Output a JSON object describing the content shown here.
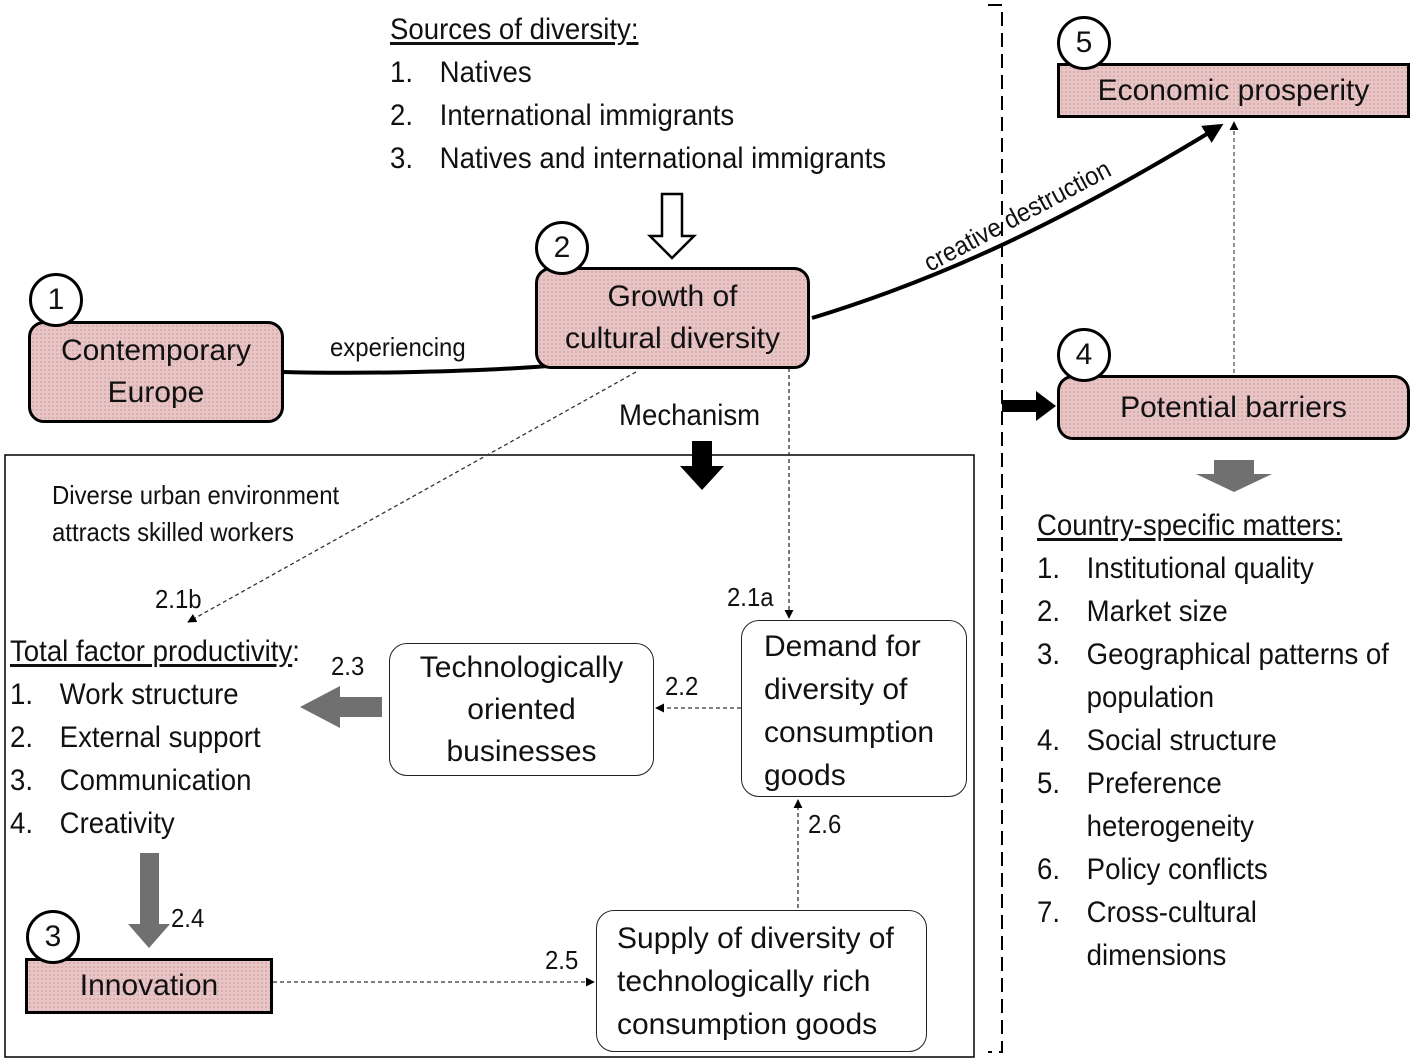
{
  "sources": {
    "heading": "Sources of diversity:",
    "items": [
      {
        "num": "1.",
        "text": "Natives"
      },
      {
        "num": "2.",
        "text": "International immigrants"
      },
      {
        "num": "3.",
        "text": "Natives and international immigrants"
      }
    ]
  },
  "nodes": {
    "n1": {
      "num": "1",
      "line1": "Contemporary",
      "line2": "Europe"
    },
    "n2": {
      "num": "2",
      "line1": "Growth of",
      "line2": "cultural diversity"
    },
    "n3": {
      "num": "3",
      "label": "Innovation"
    },
    "n4": {
      "num": "4",
      "label": "Potential barriers"
    },
    "n5": {
      "num": "5",
      "label": "Economic prosperity"
    },
    "tech": {
      "line1": "Technologically",
      "line2": "oriented",
      "line3": "businesses"
    },
    "demand": {
      "line1": "Demand for",
      "line2": "diversity of",
      "line3": "consumption",
      "line4": "goods"
    },
    "supply": {
      "line1": "Supply of diversity of",
      "line2": "technologically rich",
      "line3": "consumption goods"
    }
  },
  "edges": {
    "experiencing": "experiencing",
    "creative": "creative destruction",
    "mechanism": "Mechanism",
    "e21a": "2.1a",
    "e21b": "2.1b",
    "e22": "2.2",
    "e23": "2.3",
    "e24": "2.4",
    "e25": "2.5",
    "e26": "2.6"
  },
  "diverse_note": {
    "line1": "Diverse urban environment",
    "line2": "attracts skilled workers"
  },
  "tfp": {
    "heading": "Total factor productivity",
    "colon": ":",
    "items": [
      {
        "num": "1.",
        "text": "Work structure"
      },
      {
        "num": "2.",
        "text": "External support"
      },
      {
        "num": "3.",
        "text": "Communication"
      },
      {
        "num": "4.",
        "text": "Creativity"
      }
    ]
  },
  "country": {
    "heading": "Country-specific matters:",
    "items": [
      {
        "num": "1.",
        "text": "Institutional quality"
      },
      {
        "num": "2.",
        "text": "Market size"
      },
      {
        "num": "3.",
        "text": "Geographical patterns of"
      },
      {
        "num": "",
        "text": "population"
      },
      {
        "num": "4.",
        "text": "Social structure"
      },
      {
        "num": "5.",
        "text": "Preference"
      },
      {
        "num": "",
        "text": "heterogeneity"
      },
      {
        "num": "6.",
        "text": "Policy conflicts"
      },
      {
        "num": "7.",
        "text": "Cross-cultural"
      },
      {
        "num": "",
        "text": "dimensions"
      }
    ]
  },
  "colors": {
    "node_fill": "#e8c4c4",
    "gray_arrow": "#707070",
    "line": "#000000"
  }
}
